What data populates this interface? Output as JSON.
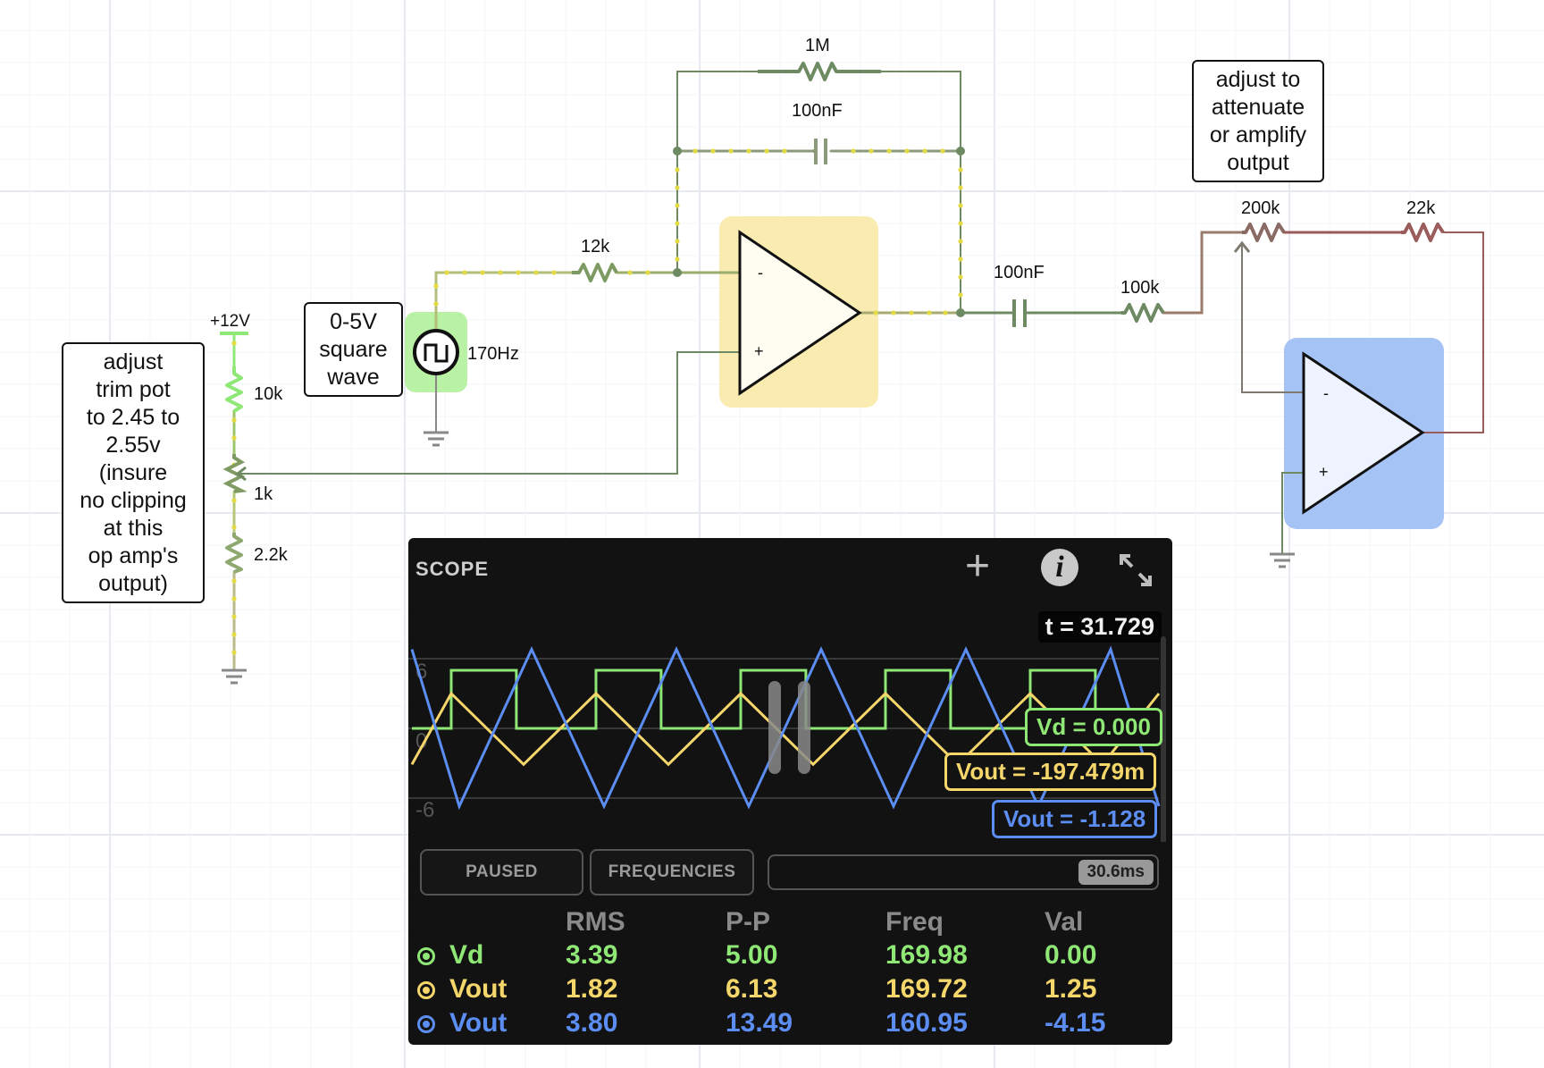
{
  "colors": {
    "green": "#8fe876",
    "yellow": "#f5d66b",
    "blue": "#5b8df2",
    "wire": "#6e8a63",
    "wire_red": "#9a5b5b",
    "opamp1_bg": "#faecb0",
    "opamp2_bg": "#a6c3f5",
    "source_bg": "#b9f2a5"
  },
  "notes": {
    "trim_pot": [
      "adjust",
      "trim pot",
      "to 2.45 to",
      "2.55v",
      "(insure",
      "no clipping",
      "at this",
      "op amp's",
      "output)"
    ],
    "square_wave": [
      "0-5V",
      "square",
      "wave"
    ],
    "attenuate": [
      "adjust to",
      "attenuate",
      "or amplify",
      "output"
    ]
  },
  "components": {
    "supply": "+12V",
    "r_top": "10k",
    "pot": "1k",
    "r_bottom": "2.2k",
    "source_freq": "170Hz",
    "r_input": "12k",
    "r_feedback": "1M",
    "c_feedback": "100nF",
    "c_coupling": "100nF",
    "r_coupling": "100k",
    "pot_gain": "200k",
    "r_gain": "22k",
    "opamp_minus": "-",
    "opamp_plus": "+"
  },
  "scope": {
    "title": "SCOPE",
    "time": "t = 31.729",
    "axis_top": "6",
    "axis_mid": "0",
    "axis_bottom": "-6",
    "labels": {
      "vd": "Vd = 0.000",
      "vout1": "Vout = -197.479m",
      "vout2": "Vout = -1.128"
    },
    "buttons": {
      "paused": "PAUSED",
      "frequencies": "FREQUENCIES"
    },
    "timescale": "30.6ms",
    "table": {
      "headers": [
        "RMS",
        "P-P",
        "Freq",
        "Val"
      ],
      "rows": [
        {
          "name": "Vd",
          "color": "#8fe876",
          "rms": "3.39",
          "pp": "5.00",
          "freq": "169.98",
          "val": "0.00"
        },
        {
          "name": "Vout",
          "color": "#f5d66b",
          "rms": "1.82",
          "pp": "6.13",
          "freq": "169.72",
          "val": "1.25"
        },
        {
          "name": "Vout",
          "color": "#5b8df2",
          "rms": "3.80",
          "pp": "13.49",
          "freq": "160.95",
          "val": "-4.15"
        }
      ]
    }
  },
  "chart_data": {
    "type": "line",
    "ylim": [
      -8,
      8
    ],
    "yticks": [
      6,
      0,
      -6
    ],
    "series": [
      {
        "name": "Vd",
        "kind": "square",
        "low": 0,
        "high": 5,
        "period_px": 162
      },
      {
        "name": "Vout",
        "kind": "triangle",
        "min": -3.1,
        "max": 3.0,
        "period_px": 162
      },
      {
        "name": "Vout",
        "kind": "triangle",
        "min": -6.7,
        "max": 6.8,
        "period_px": 162
      }
    ]
  }
}
